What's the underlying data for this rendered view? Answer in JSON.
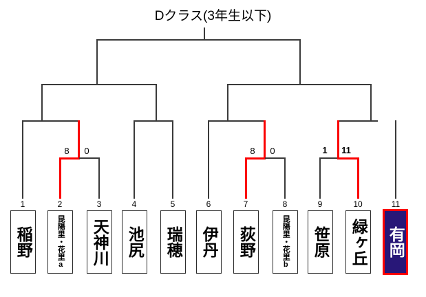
{
  "bracket": {
    "title": "Dクラス(3年生以下)",
    "colors": {
      "line": "#3a3a3a",
      "win_line": "#fb0000",
      "winner_fill": "#281778",
      "winner_border": "#fb0000",
      "text": "#000000"
    },
    "teams": [
      {
        "seed": "1",
        "name": "稲野",
        "size": "large",
        "winner": false
      },
      {
        "seed": "2",
        "name": "昆陽里・花里a",
        "size": "small",
        "winner": false
      },
      {
        "seed": "3",
        "name": "天神川",
        "size": "large",
        "winner": false
      },
      {
        "seed": "4",
        "name": "池尻",
        "size": "large",
        "winner": false
      },
      {
        "seed": "5",
        "name": "瑞穂",
        "size": "large",
        "winner": false
      },
      {
        "seed": "6",
        "name": "伊丹",
        "size": "large",
        "winner": false
      },
      {
        "seed": "7",
        "name": "荻野",
        "size": "large",
        "winner": false
      },
      {
        "seed": "8",
        "name": "昆陽里・花里b",
        "size": "small",
        "winner": false
      },
      {
        "seed": "9",
        "name": "笹原",
        "size": "large",
        "winner": false
      },
      {
        "seed": "10",
        "name": "緑ヶ丘",
        "size": "large",
        "winner": false
      },
      {
        "seed": "11",
        "name": "有岡",
        "size": "large",
        "winner": true
      }
    ],
    "matches": [
      {
        "id": "match-2-3",
        "left_seed": "2",
        "right_seed": "3",
        "left_score": "8",
        "right_score": "0",
        "bold": false,
        "winner_side": "left"
      },
      {
        "id": "match-7-8",
        "left_seed": "7",
        "right_seed": "8",
        "left_score": "8",
        "right_score": "0",
        "bold": false,
        "winner_side": "left"
      },
      {
        "id": "match-9-10",
        "left_seed": "9",
        "right_seed": "10",
        "left_score": "1",
        "right_score": "11",
        "bold": true,
        "winner_side": "right"
      }
    ]
  }
}
